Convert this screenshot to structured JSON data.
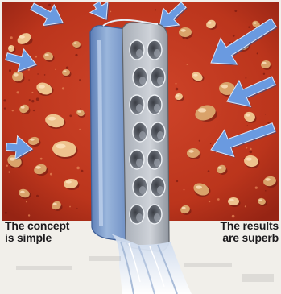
{
  "captions": {
    "left": [
      "The concept",
      "is simple"
    ],
    "right": [
      "The results",
      "are superb"
    ]
  },
  "colors": {
    "soil_red": "#c23a1e",
    "soil_dark": "#8e1f14",
    "pebble_tan": "#e2b27c",
    "arrow_blue": "#5e8fd6",
    "pipe_blue": "#7e9ec9",
    "pipe_grey": "#b7bcc4",
    "water_white": "#e8eef6",
    "paper": "#f1efea",
    "caption_text": "#1c1a1d"
  },
  "icons": [
    "inflow-arrow-icon",
    "perforated-drain-pipe",
    "outflow-water-jet"
  ]
}
